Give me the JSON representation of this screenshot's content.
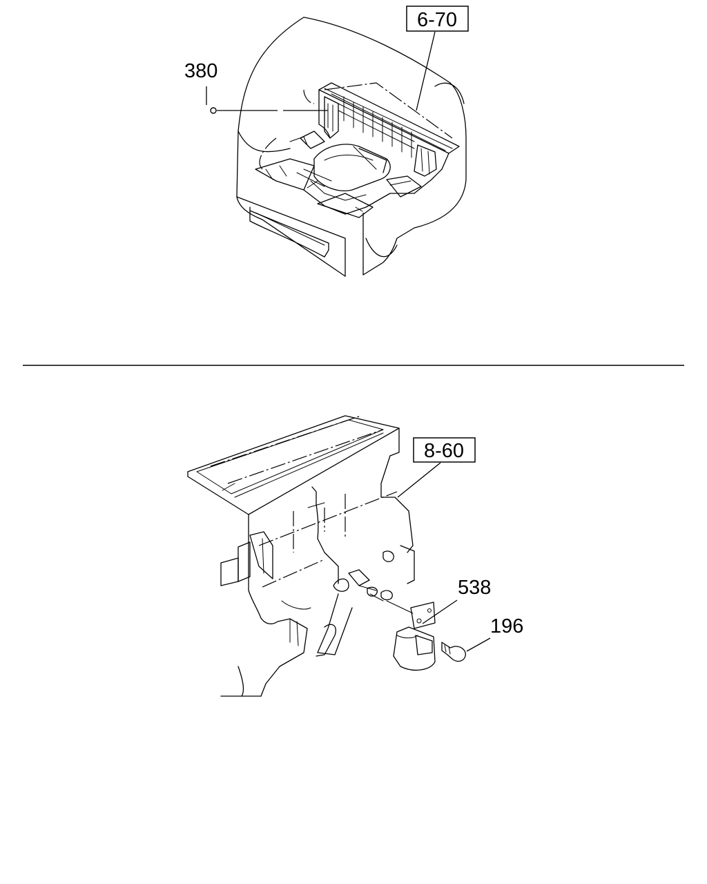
{
  "callouts": {
    "part_380": "380",
    "ref_6_70": "6-70",
    "ref_8_60": "8-60",
    "part_538": "538",
    "part_196": "196"
  }
}
